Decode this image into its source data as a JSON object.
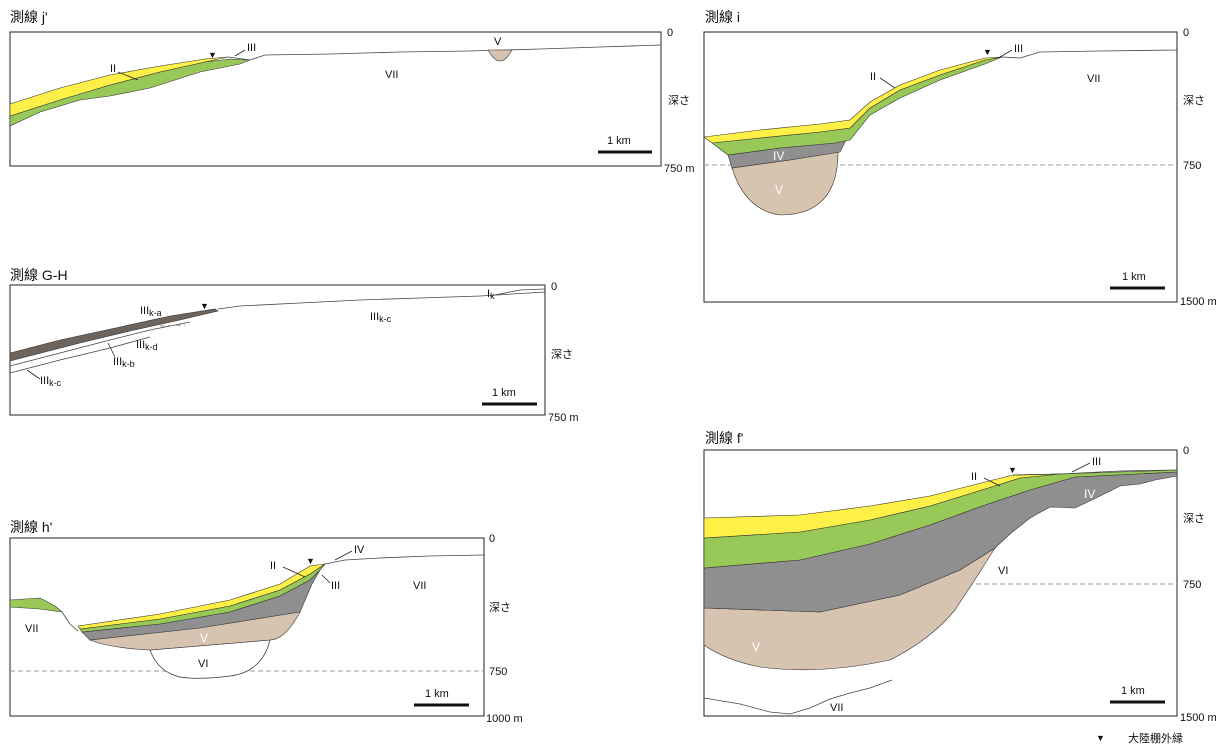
{
  "panels": {
    "j": {
      "title": "測線 j'",
      "depth_top": "0",
      "depth_label": "深さ",
      "depth_bottom": "750 m",
      "scale": "1 km",
      "units": {
        "II": "II",
        "III": "III",
        "V": "V",
        "VII": "VII"
      }
    },
    "i": {
      "title": "測線 i",
      "depth_top": "0",
      "depth_label": "深さ",
      "depth_mid": "750",
      "depth_bottom": "1500 m",
      "scale": "1 km",
      "units": {
        "II": "II",
        "III": "III",
        "IV": "IV",
        "V": "V",
        "VII": "VII"
      }
    },
    "gh": {
      "title": "測線 G-H",
      "depth_top": "0",
      "depth_label": "深さ",
      "depth_bottom": "750 m",
      "scale": "1 km",
      "units": {
        "III": "III",
        "k_a": "k-a",
        "k_b": "k-b",
        "k_c": "k-c",
        "k_d": "k-d",
        "I": "I",
        "k": "k"
      }
    },
    "h": {
      "title": "測線 h'",
      "depth_top": "0",
      "depth_label": "深さ",
      "depth_mid": "750",
      "depth_bottom": "1000 m",
      "scale": "1 km",
      "units": {
        "II": "II",
        "III": "III",
        "IV": "IV",
        "V": "V",
        "VI": "VI",
        "VII": "VII"
      }
    },
    "f": {
      "title": "測線 f'",
      "depth_top": "0",
      "depth_label": "深さ",
      "depth_mid": "750",
      "depth_bottom": "1500 m",
      "scale": "1 km",
      "units": {
        "II": "II",
        "III": "III",
        "IV": "IV",
        "V": "V",
        "VI": "VI",
        "VII": "VII"
      }
    }
  },
  "legend": {
    "marker": "▼",
    "label": "大陸棚外縁"
  },
  "colors": {
    "unit_II": "#fef046",
    "unit_III": "#98c858",
    "unit_IV": "#8f8f8f",
    "unit_V": "#d7c4b0",
    "unit_III_k_a": "#6e645e"
  }
}
